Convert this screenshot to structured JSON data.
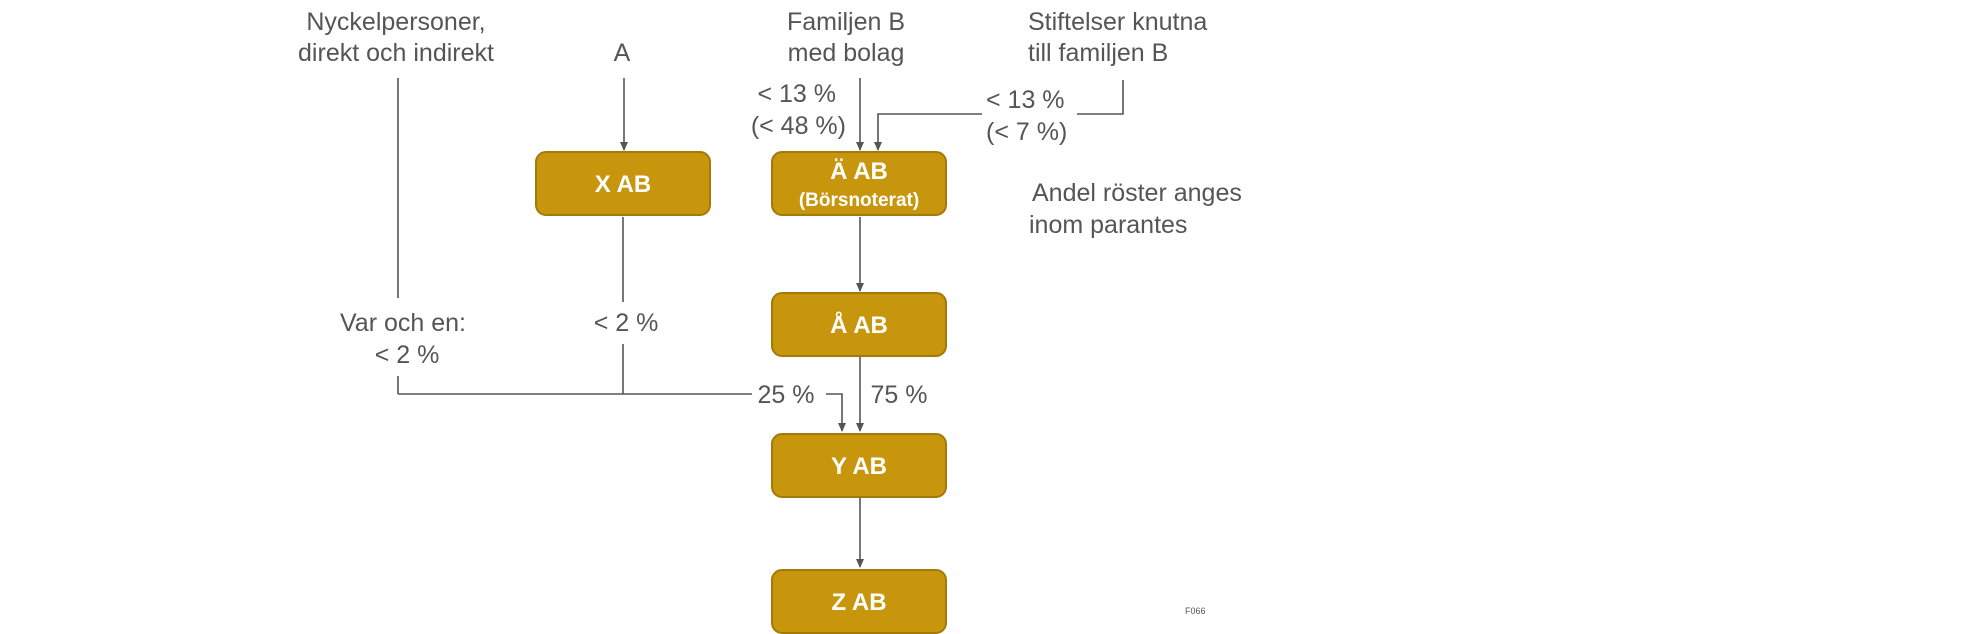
{
  "sources": {
    "key_persons": [
      "Nyckelpersoner,",
      "direkt och indirekt"
    ],
    "a": "A",
    "family_b": [
      "Familjen B",
      "med bolag"
    ],
    "foundations": [
      "Stiftelser knutna",
      "till familjen B"
    ]
  },
  "entities": {
    "x_ab": "X AB",
    "ae_ab": "Ä AB",
    "ae_ab_note": "(Börsnoterat)",
    "aa_ab": "Å AB",
    "y_ab": "Y AB",
    "z_ab": "Z AB"
  },
  "stakes": {
    "family_to_ae": [
      "< 13 %",
      "(< 48 %)"
    ],
    "foundations_to_ae": [
      "< 13 %",
      "(< 7 %)"
    ],
    "key_persons_each": [
      "Var och en:",
      "< 2 %"
    ],
    "x_to_y": "< 2 %",
    "combined_to_y": "25 %",
    "aa_to_y": "75 %"
  },
  "note": [
    "Andel röster anges",
    "inom parantes"
  ],
  "code": "F066",
  "colors": {
    "box_fill": "#c8960c",
    "box_text": "#ffffff",
    "line": "#555555",
    "label_text": "#555555"
  }
}
